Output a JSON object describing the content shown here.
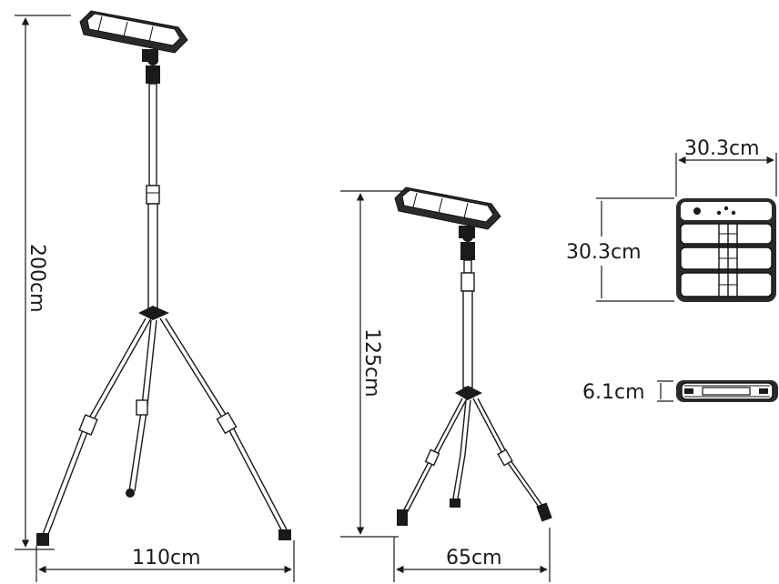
{
  "dimensions": {
    "full_height": "200cm",
    "full_width": "110cm",
    "short_height": "125cm",
    "short_width": "65cm",
    "panel_width": "30.3cm",
    "panel_height": "30.3cm",
    "panel_depth": "6.1cm"
  }
}
